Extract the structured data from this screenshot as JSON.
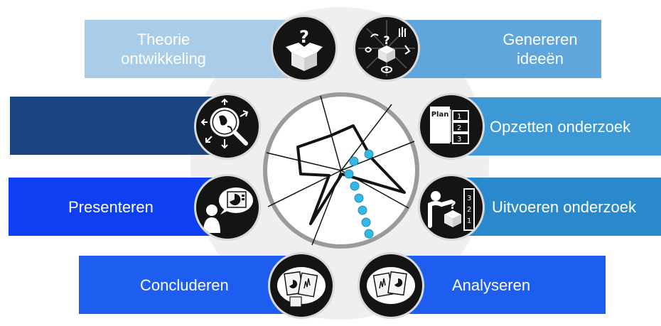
{
  "cycle": {
    "steps": [
      {
        "id": "theorie",
        "label": "Theorie ontwikkeling",
        "color": "#a9cde8",
        "icon": "question-box-icon"
      },
      {
        "id": "genereren",
        "label": "Genereren ideeën",
        "color": "#5ea6dc",
        "icon": "senses-question-icon"
      },
      {
        "id": "opzetten",
        "label": "Opzetten onderzoek",
        "color": "#3d98d6",
        "icon": "plan-notebook-icon"
      },
      {
        "id": "uitvoeren",
        "label": "Uitvoeren onderzoek",
        "color": "#2a89cc",
        "icon": "person-experiment-icon"
      },
      {
        "id": "analyseren",
        "label": "Analyseren",
        "color": "#1d5ef0",
        "icon": "charts-papers-icon"
      },
      {
        "id": "concluderen",
        "label": "Concluderen",
        "color": "#1d5ef0",
        "icon": "charts-papers-icon"
      },
      {
        "id": "presenteren",
        "label": "Presenteren",
        "color": "#0f3ff2",
        "icon": "presenter-icon"
      },
      {
        "id": "verspreiden",
        "label": "",
        "color": "#1a4480",
        "icon": "globe-magnifier-icon"
      }
    ]
  }
}
